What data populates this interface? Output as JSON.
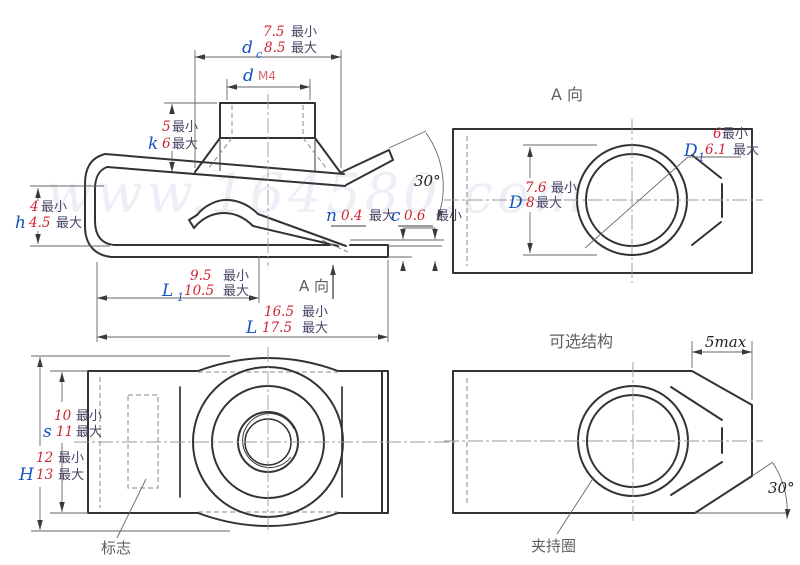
{
  "watermark": "www.164580.com",
  "terms": {
    "min": "最小",
    "max": "最大"
  },
  "side": {
    "dc": {
      "sym": "d",
      "sub": "c",
      "min": "7.5",
      "max": "8.5"
    },
    "d": {
      "sym": "d",
      "thread": "M4"
    },
    "k": {
      "sym": "k",
      "min": "5",
      "max": "6"
    },
    "h": {
      "sym": "h",
      "min": "4",
      "max": "4.5"
    },
    "n": {
      "sym": "n",
      "val": "0.4"
    },
    "c": {
      "sym": "c",
      "val": "0.6"
    },
    "angle": "30°",
    "l1": {
      "sym": "L",
      "sub": "1",
      "min": "9.5",
      "max": "10.5"
    },
    "l": {
      "sym": "L",
      "min": "16.5",
      "max": "17.5"
    },
    "view_ref": "A 向"
  },
  "view_a": {
    "title": "A 向",
    "D": {
      "sym": "D",
      "min": "7.6",
      "max": "8"
    },
    "D1": {
      "sym": "D",
      "sub": "1",
      "min": "6",
      "max": "6.1"
    }
  },
  "optional": {
    "title": "可选结构",
    "width_max": "5max",
    "angle": "30°",
    "clamp_label": "夹持圈"
  },
  "top_view": {
    "s": {
      "sym": "s",
      "min": "10",
      "max": "11"
    },
    "H": {
      "sym": "H",
      "min": "12",
      "max": "13"
    },
    "mark_label": "标志"
  }
}
